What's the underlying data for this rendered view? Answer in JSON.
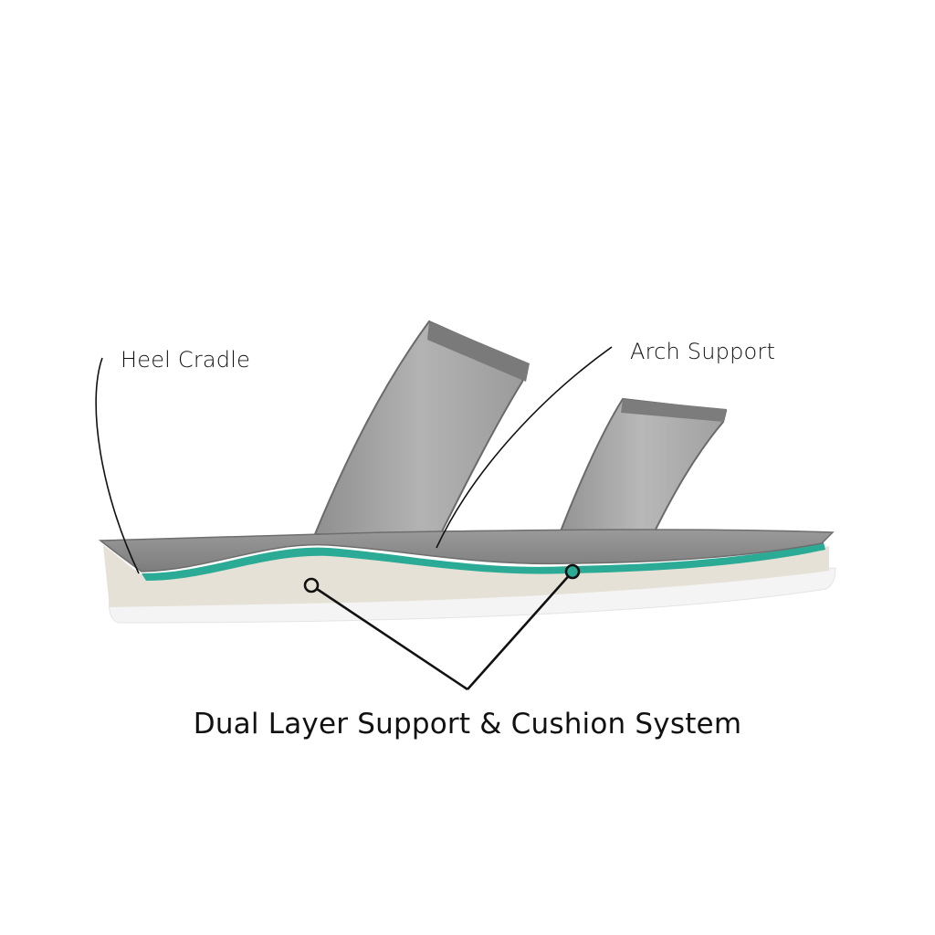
{
  "labels": {
    "heel_cradle": "Heel Cradle",
    "arch_support": "Arch Support",
    "caption": "Dual Layer Support & Cushion System"
  },
  "colors": {
    "strap_fill": "#a9a9a9",
    "strap_edge": "#6f6f6f",
    "footbed_top": "#8a8a8a",
    "teal_layer": "#2bab96",
    "cushion_layer": "#e6e1d6",
    "outsole": "#f4f4f4",
    "line": "#111111"
  }
}
